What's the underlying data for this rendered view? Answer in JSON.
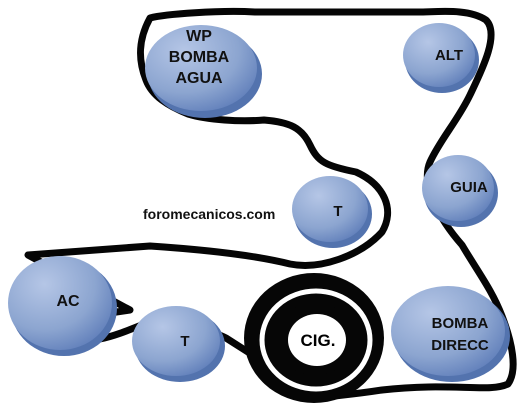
{
  "site": "foromecanicos.com",
  "pulleys": {
    "wp": [
      "WP",
      "BOMBA",
      "AGUA"
    ],
    "alt": "ALT",
    "guia": "GUIA",
    "t_mid": "T",
    "ac": "AC",
    "t_low": "T",
    "bomba_direcc": [
      "BOMBA",
      "DIRECC"
    ],
    "crank": "CIG."
  },
  "colors": {
    "pulley_fill": "#8CA5D0",
    "pulley_light": "#B5C6E6",
    "pulley_shadow": "#5373AE",
    "belt": "#050505",
    "crank_ring": "#060606",
    "text": "#111111"
  }
}
